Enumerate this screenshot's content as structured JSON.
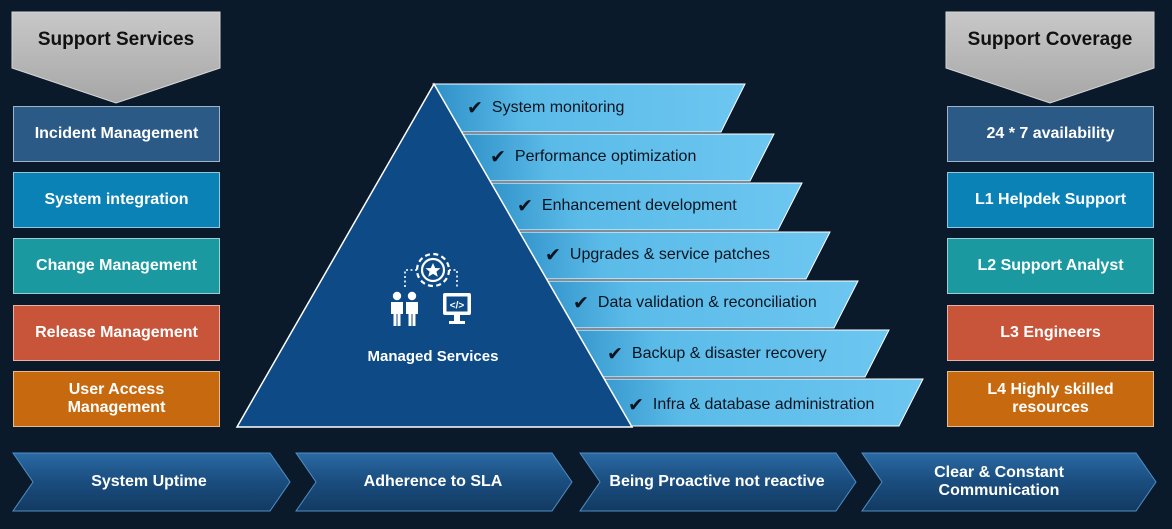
{
  "left_panel": {
    "header": "Support Services",
    "items": [
      {
        "label": "Incident Management",
        "color": "#2c5a87"
      },
      {
        "label": "System integration",
        "color": "#0a82b6"
      },
      {
        "label": "Change Management",
        "color": "#1a9aa0"
      },
      {
        "label": "Release Management",
        "color": "#c8543a"
      },
      {
        "label": "User Access Management",
        "color": "#c7690e"
      }
    ]
  },
  "right_panel": {
    "header": "Support Coverage",
    "items": [
      {
        "label": "24 * 7 availability",
        "color": "#2c5a87"
      },
      {
        "label": "L1 Helpdek Support",
        "color": "#0a82b6"
      },
      {
        "label": "L2 Support Analyst",
        "color": "#1a9aa0"
      },
      {
        "label": "L3 Engineers",
        "color": "#c8543a"
      },
      {
        "label": "L4 Highly skilled resources",
        "color": "#c7690e"
      }
    ]
  },
  "pyramid": {
    "center_label": "Managed Services",
    "center_icon": "gear-people-code-icon",
    "pyramid_color": "#0d4a86",
    "step_color": "#5bbbe8",
    "steps": [
      "System monitoring",
      "Performance optimization",
      "Enhancement development",
      "Upgrades & service patches",
      "Data validation & reconciliation",
      "Backup & disaster recovery",
      "Infra & database administration"
    ]
  },
  "bottom_arrows": [
    "System Uptime",
    "Adherence to SLA",
    "Being Proactive not reactive",
    "Clear & Constant Communication"
  ],
  "colors": {
    "background": "#0b1a2b",
    "header_fill": "#b4b4b4",
    "arrow_fill": "#1a4d7e"
  }
}
